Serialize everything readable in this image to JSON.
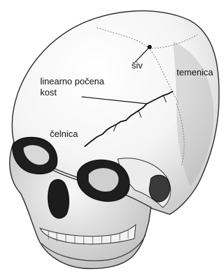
{
  "labels": {
    "suture": "šiv",
    "parietal": "temenica",
    "fracture_line1": "linearno počena",
    "fracture_line2": "kost",
    "frontal": "čelnica"
  },
  "colors": {
    "ink": "#111111",
    "bone_shade": "#8a8a8a",
    "background": "#ffffff"
  }
}
